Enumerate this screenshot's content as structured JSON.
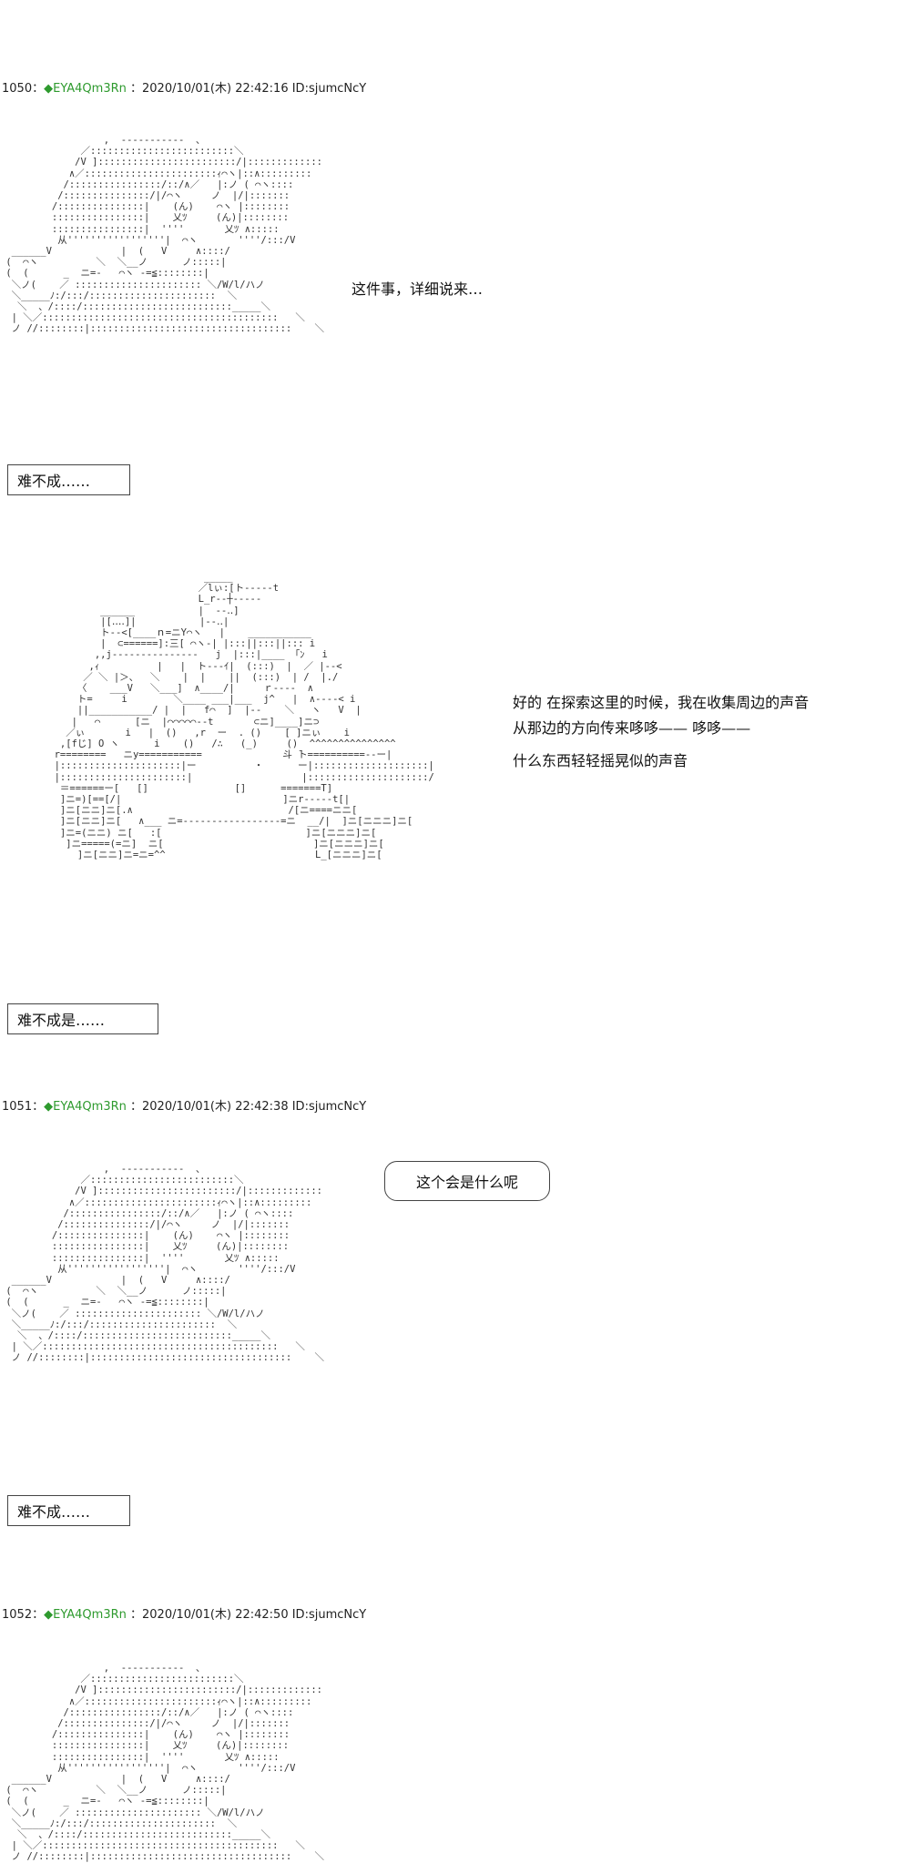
{
  "posts": [
    {
      "number": "1050",
      "sep": "：",
      "diamond": "◆",
      "trip": "EYA4Qm3Rn",
      "meta": "：2020/10/01(木) 22:42:16 ID:sjumcNcY"
    },
    {
      "number": "1051",
      "sep": "：",
      "diamond": "◆",
      "trip": "EYA4Qm3Rn",
      "meta": "：2020/10/01(木) 22:42:38 ID:sjumcNcY"
    },
    {
      "number": "1052",
      "sep": "：",
      "diamond": "◆",
      "trip": "EYA4Qm3Rn",
      "meta": "：2020/10/01(木) 22:42:50 ID:sjumcNcY"
    }
  ],
  "dialogue": {
    "line1": "这件事，详细说来…",
    "box1": "难不成……",
    "narr_line1": "好的  在探索这里的时候，我在收集周边的声音",
    "narr_line2": "从那边的方向传来哆哆——  哆哆——",
    "narr_line3": "什么东西轻轻摇晃似的声音",
    "box2": "难不成是……",
    "bubble1": "这个会是什么呢",
    "box3": "难不成……"
  },
  "ascii": {
    "character": "                  ,  -----------  、\n              ／:::::::::::::::::::::::::＼\n             /V ]::::::::::::::::::::::::/|:::::::::::::\n            ∧／:::::::::::::::::::::::ｨ⌒ヽ|::∧:::::::::\n           /::::::::::::::::/::/∧／   |:ノ ( ⌒ヽ::::\n          /:::::::::::::::/|/⌒ヽ     ノ  |/|:::::::\n         /:::::::::::::::|    (ん)    ⌒ヽ |::::::::\n         ::::::::::::::::|    乂ﾂ     (ん)|::::::::\n         ::::::::::::::::|  ''''       乂ﾂ ∧:::::\n          从'''''''''''''''''|  ⌒ヽ       ''''/:::/V\n  ______V            |  (   V     ∧::::/\n (  ⌒ヽ          ＼  ＼__ノ      ノ:::::|\n (  (      _  ニ=-   ⌒ヽ -=≦::::::::|\n  ＼ノ(    ／ :::::::::::::::::::::: ＼/W/l/ハノ\n  ＼_____ﾉ:/:::/::::::::::::::::::::::  ＼\n   ＼  、/::::/::::::::::::::::::::::::::_____＼\n  | ＼／:::::::::::::::::::::::::::::::::::::::::   ＼\n  ノ //::::::::|:::::::::::::::::::::::::::::::::::    ＼",
    "tank": "                               _____\n                              ／lぃ:[ト-----t\n                              L_r--┼-----\n             ______           |  --‥]\n             |[‥‥]|           |--‥|\n             ト--<[____ｎ=ニY⌒ヽ   |    ___________\n             |  ⊂======]:三[ ⌒ヽ-| |:::||:::||::: i\n            ,,j---------------   j  |:::|____ 「ﾝ   i\n           ,ｨ          |   |  ト---ｲ|  (:::)  |  ／ |--<\n          ／ ＼ |＞、  ＼    |  |    ||  (:::)  | /  |./\n         〈    ___V   ＼___]  ∧____/|     ｒ----  ∧\n         ト=     i        ＼____ ___|___  j^   |  ∧----< i\n         ||___________/ |  |   f⌒  ]  |‐-    ＼   ヽ   V  |\n        |   ⌒      [ニ  |⌒⌒⌒⌒⌒‐‐t       ⊂ニ]____]ニ⊃\n       ／ぃ       i   |  ()   ,r  ー  . ()    [ ]ニぃ    i\n      ,[fじ] O ヽ      i    ()   /∴   (_)     ()  ^^^^^^^^^^^^^^^\n     r========   ニy===========              斗 ̄ト==========--ー|\n     |:::::::::::::::::::::|ー          ・      ー|::::::::::::::::::::|\n     |::::::::::::::::::::::|                   |:::::::::::::::::::::/\n      ＝======ー[   []               []      =======T]\n      ]ニ=)[==[/|                            ]ニr-----t[|\n      ]ニ[ニニ]ニ[.∧                           /[ニ====ニニ[\n      ]ニ[ニニ]ニ[   ∧___ ニ=-----------------=ニ  __/|  ]ニ[ニニニ]ニ[\n      ]ニ=(ニニ) ニ[   :[                         ]ニ[ニニニ]ニ[\n       ]ニ=====(=ニ]  ニ[                          ]ニ[ニニニ]ニ[\n         ]ニ[ニニ]ニ=ニ=^^                          L_[ニニニ]ニ["
  }
}
